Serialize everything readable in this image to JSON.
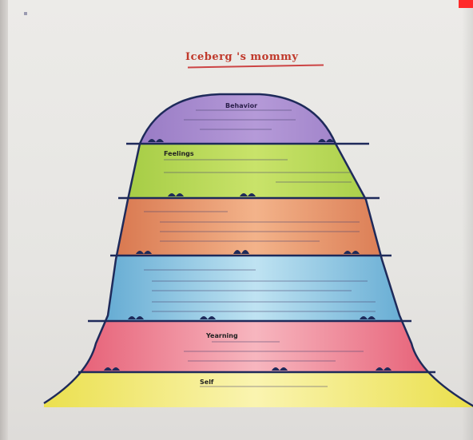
{
  "title": "Iceberg 's mommy",
  "notes": [
    "",
    "",
    ""
  ],
  "layers": [
    {
      "label": "Behavior",
      "color": "#8b6bb8"
    },
    {
      "label": "Feelings",
      "color": "#9ccb3c"
    },
    {
      "label": "",
      "color": "#d9673b"
    },
    {
      "label": "",
      "color": "#4aa3cf"
    },
    {
      "label": "Yearning",
      "color": "#e85a6d"
    },
    {
      "label": "Self",
      "color": "#e7e05a"
    }
  ]
}
